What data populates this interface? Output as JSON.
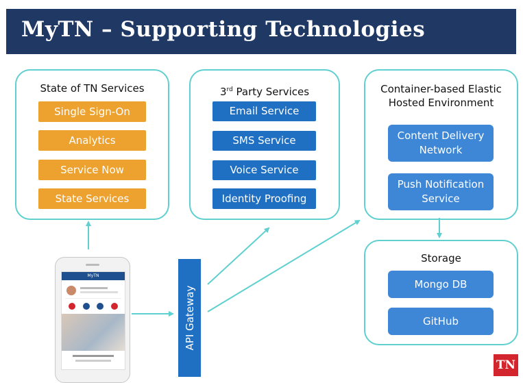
{
  "header": {
    "title": "MyTN – Supporting Technologies"
  },
  "state_group": {
    "title": "State of TN Services",
    "items": [
      "Single Sign-On",
      "Analytics",
      "Service Now",
      "State Services"
    ]
  },
  "third_party_group": {
    "title_num": "3",
    "title_sup": "rd",
    "title_rest": " Party Services",
    "items": [
      "Email Service",
      "SMS Service",
      "Voice Service",
      "Identity Proofing"
    ]
  },
  "container_group": {
    "title": "Container-based Elastic Hosted Environment",
    "items": [
      "Content Delivery Network",
      "Push Notification Service"
    ]
  },
  "storage_group": {
    "title": "Storage",
    "items": [
      "Mongo DB",
      "GitHub"
    ]
  },
  "gateway": {
    "label": "API Gateway"
  },
  "phone": {
    "app_title": "MyTN"
  },
  "logo": {
    "text": "TN"
  },
  "colors": {
    "header_bg": "#1f3864",
    "border": "#5fcfcf",
    "orange": "#eda12e",
    "blue": "#1f6fc2",
    "light_blue": "#3e86d6",
    "logo_red": "#d3252d"
  }
}
